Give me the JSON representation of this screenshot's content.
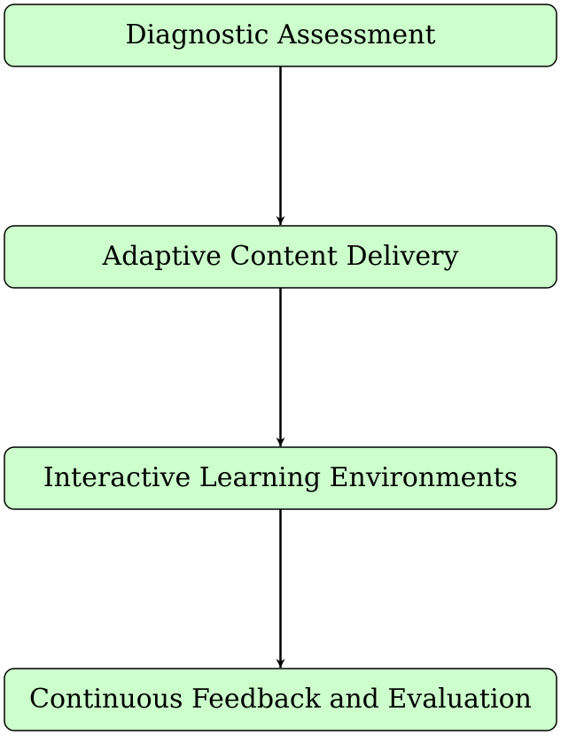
{
  "diagram": {
    "node_fill": "#ccffcc",
    "node_stroke": "#000000",
    "arrow_color": "#000000",
    "nodes": [
      {
        "id": "diagnostic-assessment",
        "label": "Diagnostic Assessment"
      },
      {
        "id": "adaptive-content-delivery",
        "label": "Adaptive Content Delivery"
      },
      {
        "id": "interactive-learning-environments",
        "label": "Interactive Learning Environments"
      },
      {
        "id": "continuous-feedback-and-evaluation",
        "label": "Continuous Feedback and Evaluation"
      }
    ],
    "edges": [
      {
        "from": "diagnostic-assessment",
        "to": "adaptive-content-delivery"
      },
      {
        "from": "adaptive-content-delivery",
        "to": "interactive-learning-environments"
      },
      {
        "from": "interactive-learning-environments",
        "to": "continuous-feedback-and-evaluation"
      }
    ]
  }
}
